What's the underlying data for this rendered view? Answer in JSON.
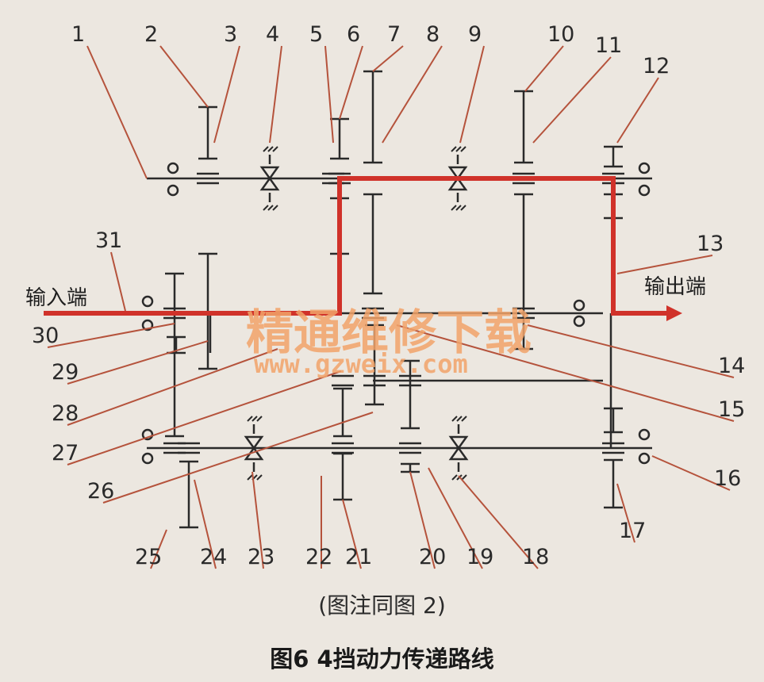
{
  "figure": {
    "caption_note": "(图注同图 2)",
    "title": "图6    4挡动力传递路线",
    "input_label": "输入端",
    "output_label": "输出端"
  },
  "callouts": [
    "1",
    "2",
    "3",
    "4",
    "5",
    "6",
    "7",
    "8",
    "9",
    "10",
    "11",
    "12",
    "13",
    "14",
    "15",
    "16",
    "17",
    "18",
    "19",
    "20",
    "21",
    "22",
    "23",
    "24",
    "25",
    "26",
    "27",
    "28",
    "29",
    "30",
    "31"
  ],
  "watermark": {
    "text": "精通维修下载",
    "url": "www.gzweix.com"
  },
  "colors": {
    "background": "#ece7e0",
    "line": "#2a2a2a",
    "power_path": "#d0322a",
    "watermark": "#f2a46a"
  }
}
